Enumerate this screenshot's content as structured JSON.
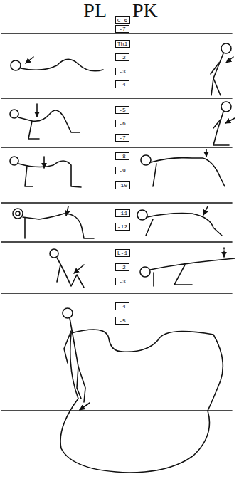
{
  "diagram": {
    "nodes": [
      {
        "text": [
          "C-6"
        ]
      },
      {
        "text": [
          "-7"
        ]
      },
      {
        "text": [
          "Th1"
        ]
      },
      {
        "text": [
          "-2"
        ]
      },
      {
        "text": [
          "-3"
        ]
      },
      {
        "text": [
          "-4"
        ]
      },
      {
        "text": [
          "-5"
        ]
      },
      {
        "text": [
          "-6"
        ]
      },
      {
        "text": [
          "-7"
        ]
      },
      {
        "text": [
          "-8"
        ]
      },
      {
        "text": [
          "-9"
        ]
      },
      {
        "text": [
          "-10"
        ]
      },
      {
        "text": [
          "-11"
        ]
      },
      {
        "text": [
          "-12"
        ]
      },
      {
        "text": [
          "L-1"
        ]
      },
      {
        "text": [
          "-2"
        ]
      },
      {
        "text": [
          "-3"
        ]
      },
      {
        "text": [
          "-4"
        ]
      },
      {
        "text": [
          "-5"
        ]
      }
    ],
    "labels": [
      "PL",
      "PK"
    ]
  }
}
